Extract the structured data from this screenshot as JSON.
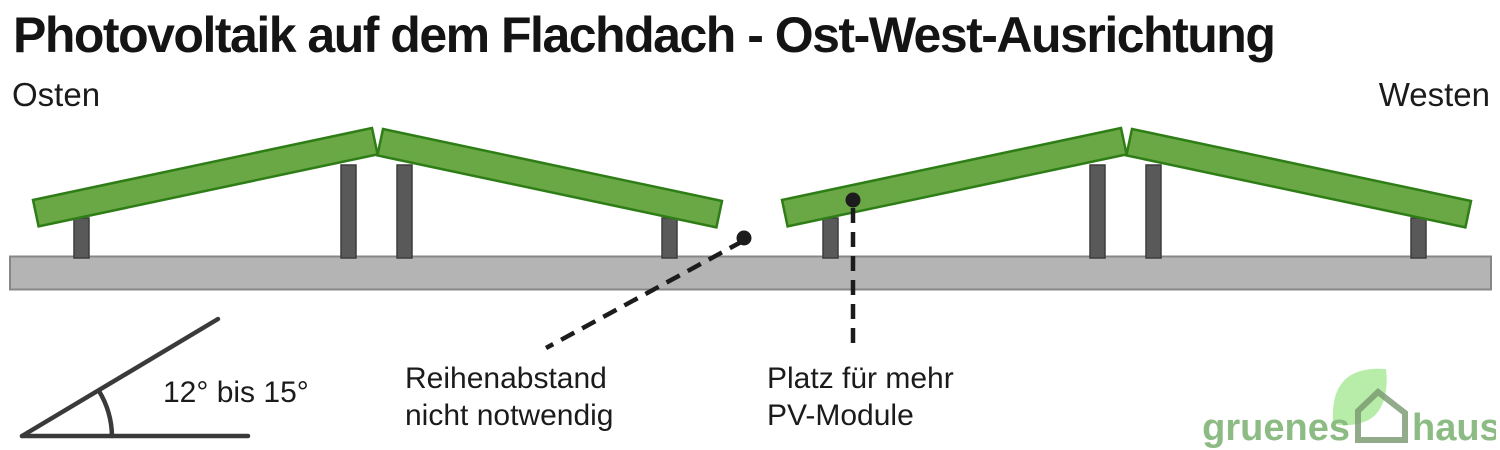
{
  "title": "Photovoltaik auf dem Flachdach - Ost-West-Ausrichtung",
  "direction_labels": {
    "east": "Osten",
    "west": "Westen"
  },
  "annotations": {
    "row_spacing_line1": "Reihenabstand",
    "row_spacing_line2": "nicht notwendig",
    "more_modules_line1": "Platz für mehr",
    "more_modules_line2": "PV-Module",
    "tilt_angle": "12° bis 15°"
  },
  "diagram": {
    "type": "schematic",
    "subject": "east-west mounted PV panels on a flat roof",
    "pv_panel_rows": 2,
    "panels_per_row": 2,
    "tilt_angle_range_degrees": [
      12,
      15
    ]
  },
  "logo": {
    "word1": "gruenes",
    "word2": "haus"
  },
  "colors": {
    "panel_green": "#6aa846",
    "panel_border": "#2e7d16",
    "roof_gray": "#b4b4b4",
    "roof_border": "#878787",
    "post_gray": "#595959",
    "line_dark": "#1c1c1c",
    "logo_green": "#8cbb84",
    "logo_leaf": "#b7eda9"
  }
}
